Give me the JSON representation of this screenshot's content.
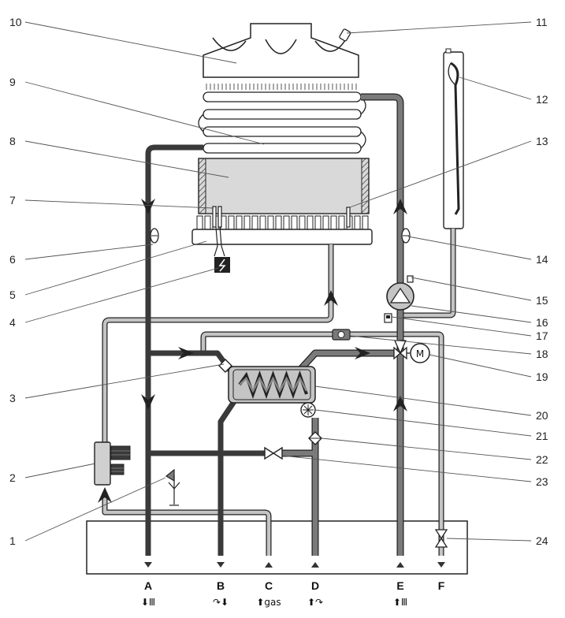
{
  "labels": {
    "left": [
      "10",
      "9",
      "8",
      "7",
      "6",
      "5",
      "4",
      "3",
      "2",
      "1"
    ],
    "right": [
      "11",
      "12",
      "13",
      "14",
      "15",
      "16",
      "17",
      "18",
      "19",
      "20",
      "21",
      "22",
      "23",
      "24"
    ]
  },
  "ports": [
    {
      "letter": "A",
      "symbol": "⬇Ⅲ"
    },
    {
      "letter": "B",
      "symbol": "↷⬇"
    },
    {
      "letter": "C",
      "symbol": "⬆gas"
    },
    {
      "letter": "D",
      "symbol": "⬆↷"
    },
    {
      "letter": "E",
      "symbol": "⬆Ⅲ"
    },
    {
      "letter": "F",
      "symbol": ""
    }
  ],
  "pump_symbol": "M",
  "colors": {
    "dark_pipe": "#3a3a3a",
    "mid_pipe": "#7a7a7a",
    "light_pipe": "#c4c4c4",
    "outline": "#222222",
    "combustion_chamber": "#d9d9d9"
  }
}
